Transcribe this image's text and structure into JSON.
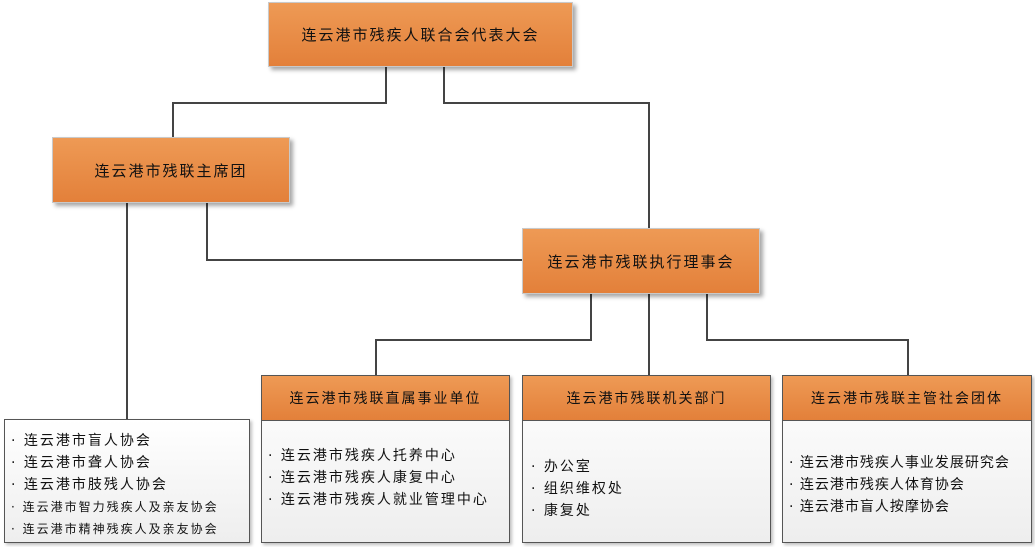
{
  "congress": "连云港市残疾人联合会代表大会",
  "presidium": "连云港市残联主席团",
  "executive": "连云港市残联执行理事会",
  "associations": [
    "连云港市盲人协会",
    "连云港市聋人协会",
    "连云港市肢残人协会",
    "连云港市智力残疾人及亲友协会",
    "连云港市精神残疾人及亲友协会"
  ],
  "units": {
    "title": "连云港市残联直属事业单位",
    "items": [
      "连云港市残疾人托养中心",
      "连云港市残疾人康复中心",
      "连云港市残疾人就业管理中心"
    ]
  },
  "departments": {
    "title": "连云港市残联机关部门",
    "items": [
      "办公室",
      "组织维权处",
      "康复处"
    ]
  },
  "groups": {
    "title": "连云港市残联主管社会团体",
    "items": [
      "连云港市残疾人事业发展研究会",
      "连云港市残疾人体育协会",
      "连云港市盲人按摩协会"
    ]
  }
}
